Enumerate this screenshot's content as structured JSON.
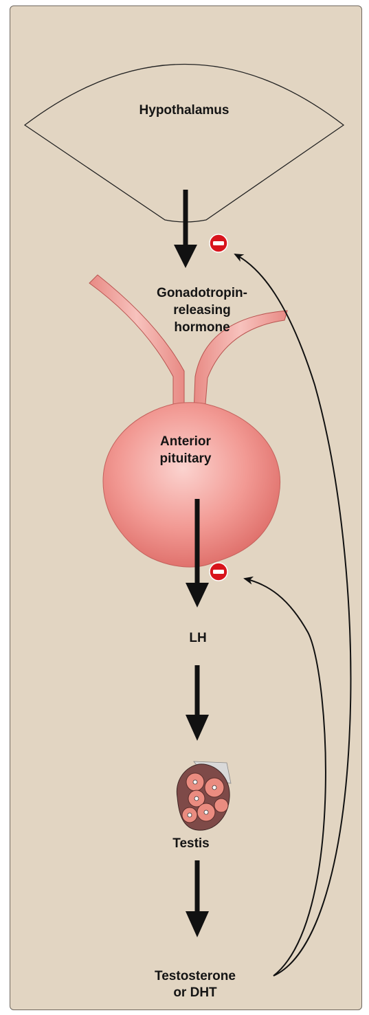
{
  "diagram": {
    "nodes": {
      "hypothalamus": "Hypothalamus",
      "gnrh": [
        "Gonadotropin-",
        "releasing",
        "hormone"
      ],
      "pituitary": [
        "Anterior",
        "pituitary"
      ],
      "lh": "LH",
      "testis": "Testis",
      "testosterone": [
        "Testosterone",
        "or DHT"
      ]
    },
    "inhibition_symbol": "−",
    "colors": {
      "background": "#e2d5c2",
      "border": "#6e665d",
      "pituitary_fill": "#ee8a86",
      "inhibition_red": "#d8141c",
      "arrow": "#111111",
      "cell_fill": "#e9887c"
    },
    "icons": [
      "minus-circle-icon",
      "testis-cells-icon"
    ]
  }
}
